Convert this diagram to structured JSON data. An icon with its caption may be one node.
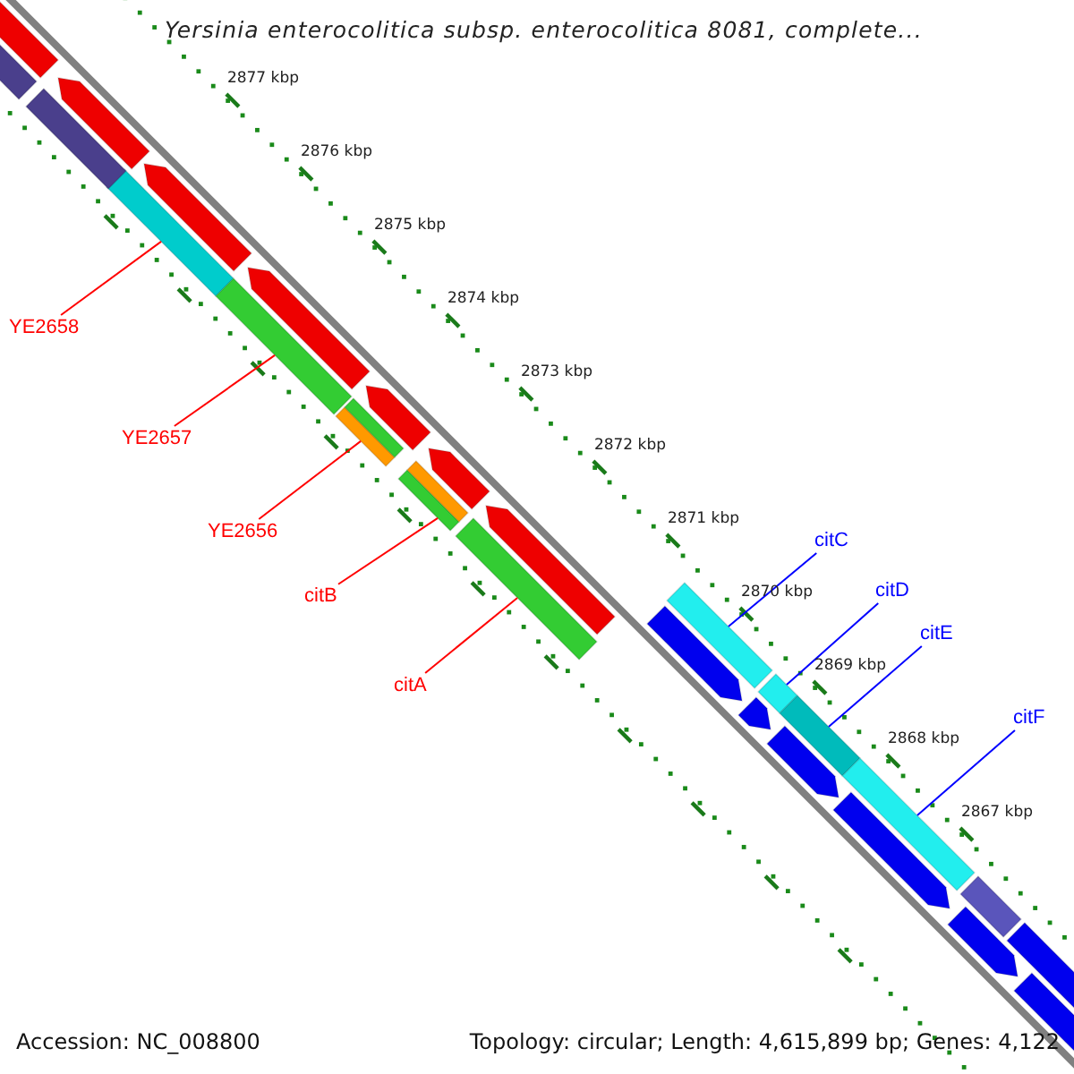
{
  "diagram": {
    "title": "Yersinia enterocolitica subsp. enterocolitica 8081, complete...",
    "nodes": [
      {
        "text": [
          "YE2658"
        ]
      },
      {
        "text": [
          "YE2657"
        ]
      },
      {
        "text": [
          "YE2656"
        ]
      },
      {
        "text": [
          "citB"
        ]
      },
      {
        "text": [
          "citA"
        ]
      },
      {
        "text": [
          "citC"
        ]
      },
      {
        "text": [
          "citD"
        ]
      },
      {
        "text": [
          "citE"
        ]
      },
      {
        "text": [
          "citF"
        ]
      },
      {
        "text": [],
        "shape": "bar"
      },
      {
        "text": [],
        "shape": "bar"
      },
      {
        "text": [],
        "shape": "bar"
      },
      {
        "text": [],
        "shape": "bar"
      },
      {
        "text": [],
        "shape": "bar"
      },
      {
        "text": [],
        "shape": "bar"
      },
      {
        "text": [],
        "shape": "bar"
      },
      {
        "text": [],
        "shape": "bar"
      },
      {
        "text": [],
        "shape": "bar"
      },
      {
        "text": [],
        "shape": "bar"
      },
      {
        "text": [],
        "shape": "bar"
      },
      {
        "text": [],
        "shape": "bar"
      },
      {
        "text": [],
        "shape": "bar"
      },
      {
        "text": [],
        "shape": "bar"
      },
      {
        "text": [],
        "shape": "bar"
      },
      {
        "text": [],
        "shape": "bar"
      },
      {
        "text": [],
        "shape": "bar"
      },
      {
        "text": [],
        "shape": "bar"
      },
      {
        "text": [],
        "shape": "bar"
      },
      {
        "text": [],
        "shape": "bar"
      },
      {
        "text": [],
        "shape": "bar"
      },
      {
        "text": [],
        "shape": "bar"
      },
      {
        "text": [],
        "shape": "bar"
      },
      {
        "text": [],
        "shape": "bar"
      },
      {
        "text": [],
        "shape": "bar"
      },
      {
        "text": [],
        "shape": "bar"
      },
      {
        "text": [],
        "shape": "bar"
      },
      {
        "text": [],
        "shape": "bar"
      }
    ],
    "edges": [
      {
        "from": 0,
        "to": 9,
        "arrow": "none"
      },
      {
        "from": 1,
        "to": 10,
        "arrow": "none"
      },
      {
        "from": 2,
        "to": 11,
        "arrow": "none"
      },
      {
        "from": 3,
        "to": 12,
        "arrow": "none"
      },
      {
        "from": 4,
        "to": 13,
        "arrow": "none"
      },
      {
        "from": 5,
        "to": 14,
        "arrow": "none",
        "color": "#0000ff"
      },
      {
        "from": 6,
        "to": 15,
        "arrow": "none",
        "color": "#0000ff"
      },
      {
        "from": 7,
        "to": 16,
        "arrow": "none",
        "color": "#0000ff"
      },
      {
        "from": 8,
        "to": 17,
        "arrow": "none",
        "color": "#0000ff"
      }
    ],
    "labels": [
      "2877 kbp",
      "2876 kbp",
      "2875 kbp",
      "2874 kbp",
      "2873 kbp",
      "2872 kbp",
      "2871 kbp",
      "2870 kbp",
      "2869 kbp",
      "2868 kbp",
      "2867 kbp",
      "Accession: NC_008800",
      "Topology: circular; Length: 4,615,899 bp; Genes: 4,122"
    ]
  }
}
